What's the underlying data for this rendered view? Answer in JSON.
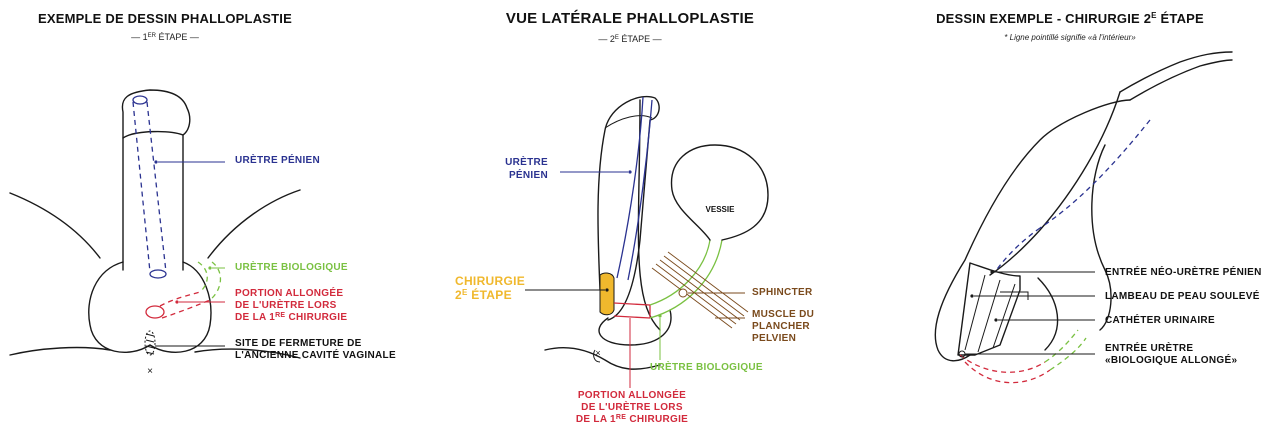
{
  "colors": {
    "blue": "#2a3290",
    "green": "#7ac142",
    "red": "#d22a3c",
    "orange": "#f0b82d",
    "brown": "#7a4a1c",
    "ink": "#1a1a1a"
  },
  "panel1": {
    "title": "EXEMPLE DE DESSIN  PHALLOPLASTIE",
    "step_prefix": "— 1",
    "step_sup": "ER",
    "step_suffix": " ÉTAPE —",
    "labels": {
      "penile_urethra": "URÈTRE PÉNIEN",
      "bio_urethra": "URÈTRE BIOLOGIQUE",
      "lengthened_1": "PORTION ALLONGÉE",
      "lengthened_2": "DE L'URÈTRE LORS",
      "lengthened_3_prefix": "DE LA 1",
      "lengthened_3_sup": "RE",
      "lengthened_3_suffix": " CHIRURGIE",
      "closure_1": "SITE DE FERMETURE DE",
      "closure_2": "L'ANCIENNE CAVITÉ VAGINALE"
    },
    "marker": "×"
  },
  "panel2": {
    "title": "VUE LATÉRALE PHALLOPLASTIE",
    "step_prefix": "— 2",
    "step_sup": "E",
    "step_suffix": " ÉTAPE —",
    "labels": {
      "penile_1": "URÈTRE",
      "penile_2": "PÉNIEN",
      "bladder": "VESSIE",
      "surgery_1": "CHIRURGIE",
      "surgery_2_prefix": "2",
      "surgery_2_sup": "E",
      "surgery_2_suffix": " ÉTAPE",
      "sphincter": "SPHINCTER",
      "muscle_1": "MUSCLE DU",
      "muscle_2": "PLANCHER",
      "muscle_3": "PELVIEN",
      "bio_urethra": "URÈTRE BIOLOGIQUE",
      "lengthened_1": "PORTION ALLONGÉE",
      "lengthened_2": "DE L'URÈTRE LORS",
      "lengthened_3_prefix": "DE LA 1",
      "lengthened_3_sup": "RE",
      "lengthened_3_suffix": " CHIRURGIE"
    },
    "marker": "×"
  },
  "panel3": {
    "title_prefix": "DESSIN EXEMPLE  - CHIRURGIE 2",
    "title_sup": "E",
    "title_suffix": "  ÉTAPE",
    "note": "* Ligne pointillé signifie «à l'intérieur»",
    "labels": {
      "neo_entry": "ENTRÉE NÉO-URÈTRE PÉNIEN",
      "skin_flap": "LAMBEAU DE PEAU SOULEVÉ",
      "catheter": "CATHÉTER URINAIRE",
      "bio_entry_1": "ENTRÉE URÈTRE",
      "bio_entry_2": "«BIOLOGIQUE ALLONGÉ»"
    }
  }
}
